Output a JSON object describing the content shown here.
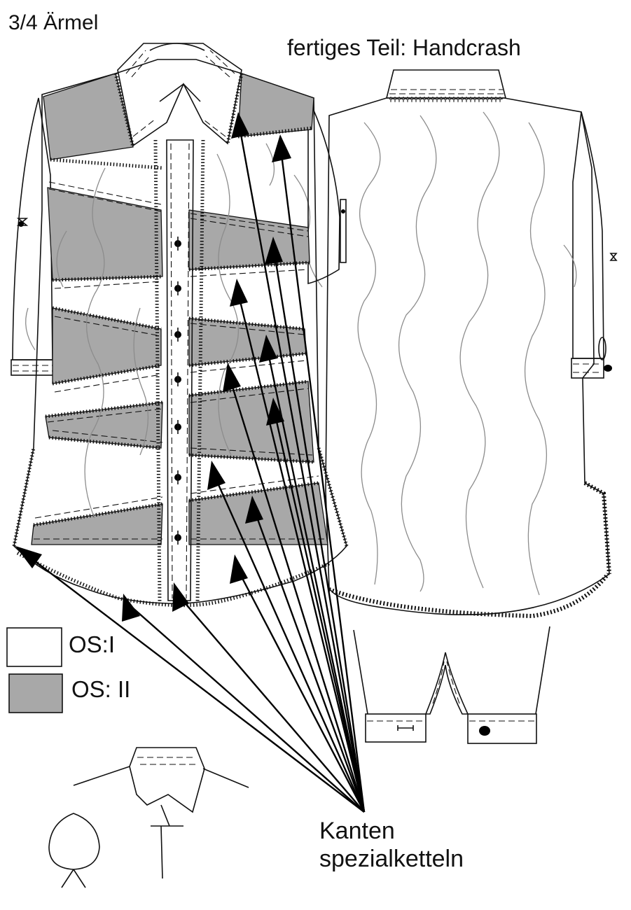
{
  "labels": {
    "title": "3/4 Ärmel",
    "finished": "fertiges Teil:  Handcrash",
    "legend_light": "OS:I",
    "legend_dark": "OS: II",
    "edge_line1": "Kanten",
    "edge_line2": "spezialketteln"
  },
  "colors": {
    "fabric_os1": "#ffffff",
    "fabric_os2": "#a8a8a8",
    "outline": "#111111",
    "wrinkle": "#8c8c8c"
  }
}
